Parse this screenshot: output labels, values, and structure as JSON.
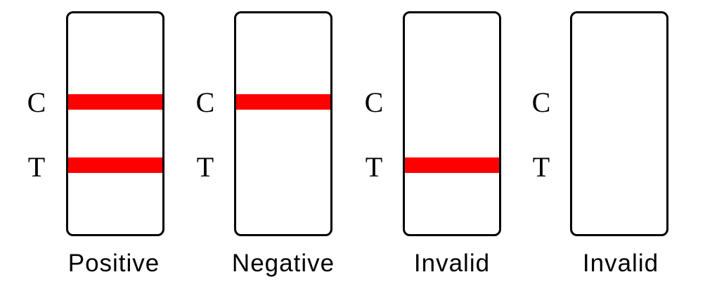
{
  "colors": {
    "band": "#ff0000",
    "outline": "#000000",
    "background": "#ffffff"
  },
  "strips": [
    {
      "c_label": "C",
      "t_label": "T",
      "control_line": true,
      "test_line": true,
      "result": "Positive"
    },
    {
      "c_label": "C",
      "t_label": "T",
      "control_line": true,
      "test_line": false,
      "result": "Negative"
    },
    {
      "c_label": "C",
      "t_label": "T",
      "control_line": false,
      "test_line": true,
      "result": "Invalid"
    },
    {
      "c_label": "C",
      "t_label": "T",
      "control_line": false,
      "test_line": false,
      "result": "Invalid"
    }
  ]
}
